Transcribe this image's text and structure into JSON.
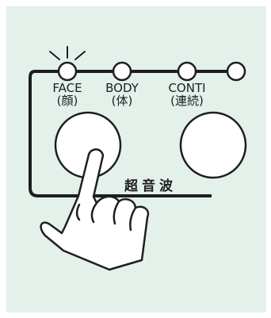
{
  "panel": {
    "modes": [
      {
        "name": "FACE",
        "jp": "(顔)"
      },
      {
        "name": "BODY",
        "jp": "(体)"
      },
      {
        "name": "CONTI",
        "jp": "(連続)"
      }
    ],
    "ultrasound_label": "超音波"
  },
  "colors": {
    "background": "#e3f1ea",
    "ink": "#1e1e1e",
    "button_fill": "#ffffff"
  },
  "icons": [
    "pressing-hand-icon",
    "indicator-glow-icon"
  ]
}
